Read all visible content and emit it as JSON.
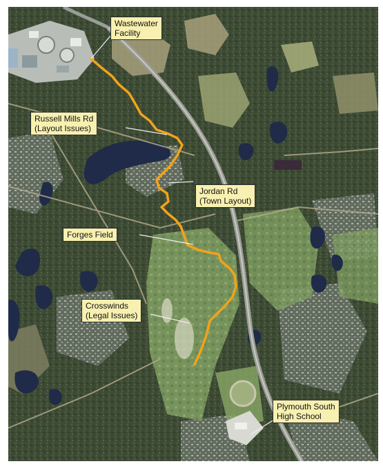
{
  "labels": {
    "wastewater": {
      "line1": "Wastewater",
      "line2": "Facility"
    },
    "russell": {
      "line1": "Russell Mills Rd",
      "line2": "(Layout Issues)"
    },
    "jordan": {
      "line1": "Jordan Rd",
      "line2": "(Town Layout)"
    },
    "forges": {
      "line1": "Forges Field"
    },
    "crosswinds": {
      "line1": "Crosswinds",
      "line2": "(Legal Issues)"
    },
    "plymouth": {
      "line1": "Plymouth South",
      "line2": "High School"
    }
  },
  "colors": {
    "route": "#f2a31b",
    "label_fill": "#f7f0b0",
    "label_border": "#2a2a2a",
    "forest": "#3a4a32",
    "water": "#1d2a4a",
    "golf": "#8fae6e"
  }
}
